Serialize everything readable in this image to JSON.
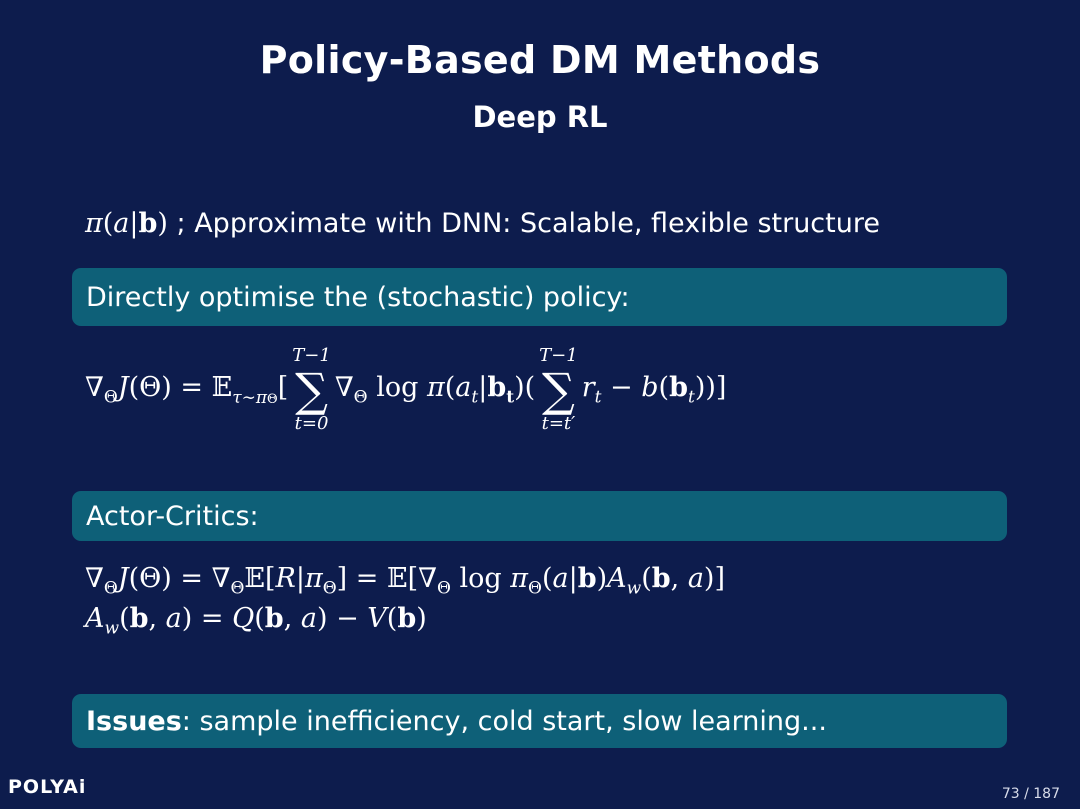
{
  "slide": {
    "title": "Policy-Based DM Methods",
    "subtitle": "Deep RL"
  },
  "intro": {
    "math": "π(a|b)",
    "text": "; Approximate with DNN: Scalable, flexible structure"
  },
  "block1": {
    "header": "Directly optimise the (stochastic) policy:",
    "equation": {
      "lhs": "∇ΘJ(Θ) = 𝔼τ∼πΘ[",
      "sum1_top": "T−1",
      "sum1_bottom": "t=0",
      "middle": "∇Θ log π(at|bt)(",
      "sum2_top": "T−1",
      "sum2_bottom": "t=t′",
      "rhs": "rt − b(bt))]"
    }
  },
  "block2": {
    "header": "Actor-Critics:",
    "equation_line1": "∇ΘJ(Θ) = ∇Θ𝔼[R|πΘ] = 𝔼[∇Θ log πΘ(a|b)Aw(b, a)]",
    "equation_line2": "Aw(b, a) = Q(b, a) − V(b)"
  },
  "block3": {
    "bold_label": "Issues",
    "text": ": sample inefficiency, cold start, slow learning..."
  },
  "footer": {
    "logo_text": "POLYAi",
    "page_number": "73 / 187"
  },
  "colors": {
    "background": "#0d1c4d",
    "block_header": "#0e6078",
    "text": "#ffffff"
  }
}
